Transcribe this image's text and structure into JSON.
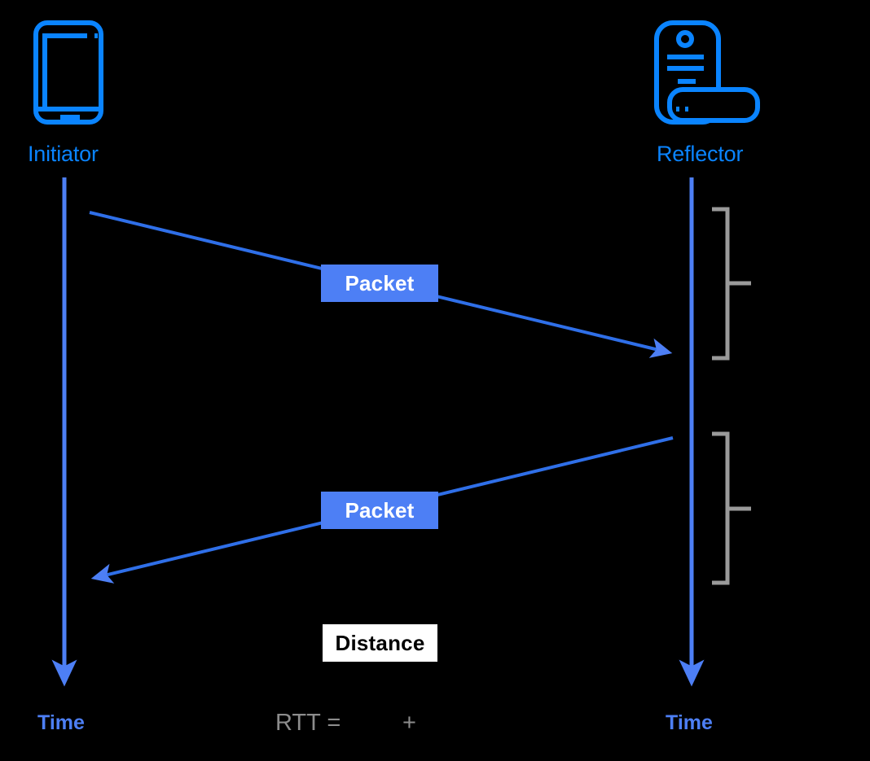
{
  "diagram": {
    "background_color": "#000000",
    "accent_blue": "#0a84ff",
    "line_blue": "#4d7ff5",
    "bracket_gray": "#9a9a9a",
    "formula_gray": "#8c8c8c",
    "chip_white": "#ffffff"
  },
  "nodes": {
    "initiator": {
      "label": "Initiator",
      "icon": "smartphone-icon",
      "time_label": "Time"
    },
    "reflector": {
      "label": "Reflector",
      "icon": "smart-door-lock-icon",
      "time_label": "Time"
    }
  },
  "messages": [
    {
      "label": "Packet",
      "direction": "initiator-to-reflector"
    },
    {
      "label": "Packet",
      "direction": "reflector-to-initiator"
    }
  ],
  "annotations": {
    "distance_label": "Distance",
    "formula": {
      "lhs": "RTT =",
      "operator": "+"
    }
  }
}
